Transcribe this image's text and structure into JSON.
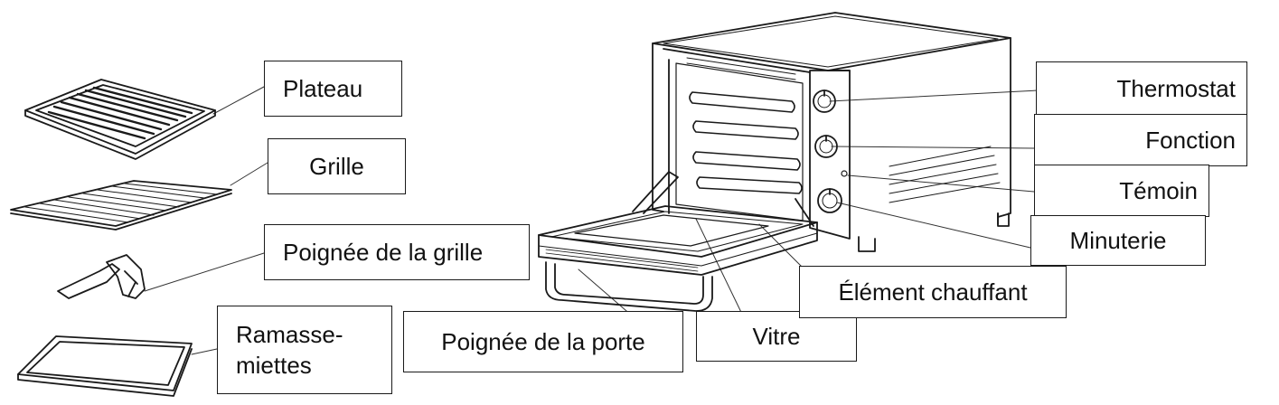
{
  "labels": {
    "plateau": "Plateau",
    "grille": "Grille",
    "poignee_grille": "Poignée de la grille",
    "ramasse_line1": "Ramasse-",
    "ramasse_line2": "miettes",
    "poignee_porte": "Poignée de la porte",
    "vitre": "Vitre",
    "element_chauffant": "Élément chauffant",
    "thermostat": "Thermostat",
    "fonction": "Fonction",
    "temoin": "Témoin",
    "minuterie": "Minuterie"
  },
  "colors": {
    "line": "#1a1a1a",
    "background": "#ffffff"
  }
}
